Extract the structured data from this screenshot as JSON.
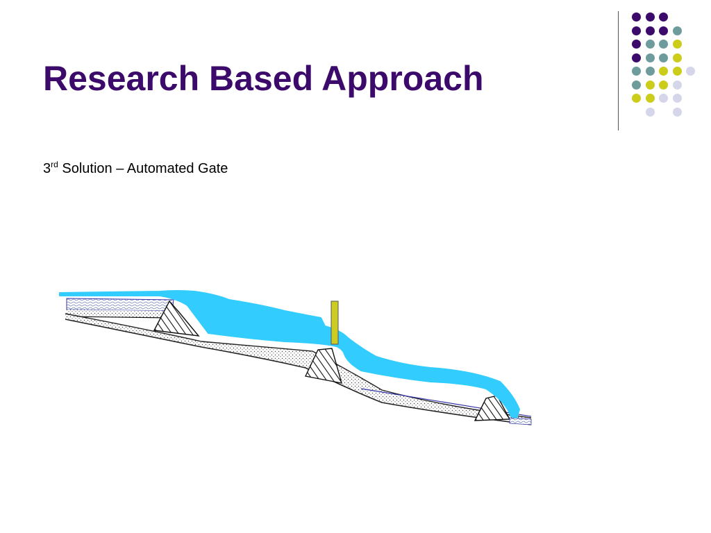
{
  "slide": {
    "title": "Research Based Approach",
    "subtitle": {
      "number": "3",
      "superscript": "rd",
      "text": "Solution – Automated Gate"
    }
  },
  "colors": {
    "title": "#3b0a6b",
    "water": "#33ccff",
    "gate": "#cccc22",
    "dot_purple": "#3b0a6b",
    "dot_teal": "#6e9c9c",
    "dot_yellow": "#cccc1a",
    "dot_lavender": "#d6d6ea"
  },
  "decoration": {
    "icon": "dot-grid-icon"
  },
  "diagram": {
    "icon": "stepped-channel-automated-gate-diagram-icon"
  }
}
